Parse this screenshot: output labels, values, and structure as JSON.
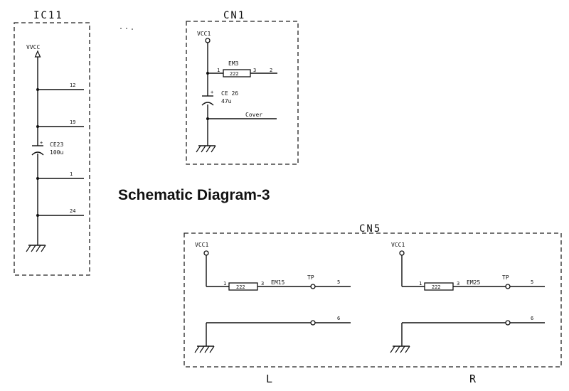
{
  "title": "Schematic Diagram-3",
  "ic11": {
    "label": "IC11",
    "supply": "VVCC",
    "pins": [
      "12",
      "19",
      "1",
      "24"
    ],
    "capacitor": {
      "name": "CE23",
      "value": "100u"
    }
  },
  "cn1": {
    "label": "CN1",
    "supply": "VCC1",
    "resistor": {
      "name": "EM3",
      "value": "222",
      "pin1": "1",
      "pin3": "3",
      "out_pin": "2"
    },
    "capacitor": {
      "name": "CE 26",
      "value": "47u"
    },
    "signal": "Cover"
  },
  "cn5": {
    "label": "CN5",
    "channels": [
      {
        "side": "L",
        "supply": "VCC1",
        "resistor": {
          "name": "EM15",
          "value": "222",
          "pin1": "1",
          "pin3": "3"
        },
        "tp": "TP",
        "out_pin": "5",
        "gnd_pin": "6"
      },
      {
        "side": "R",
        "supply": "VCC1",
        "resistor": {
          "name": "EM25",
          "value": "222",
          "pin1": "1",
          "pin3": "3"
        },
        "tp": "TP",
        "out_pin": "5",
        "gnd_pin": "6"
      }
    ]
  },
  "colors": {
    "ink": "#111111",
    "background": "#ffffff"
  }
}
